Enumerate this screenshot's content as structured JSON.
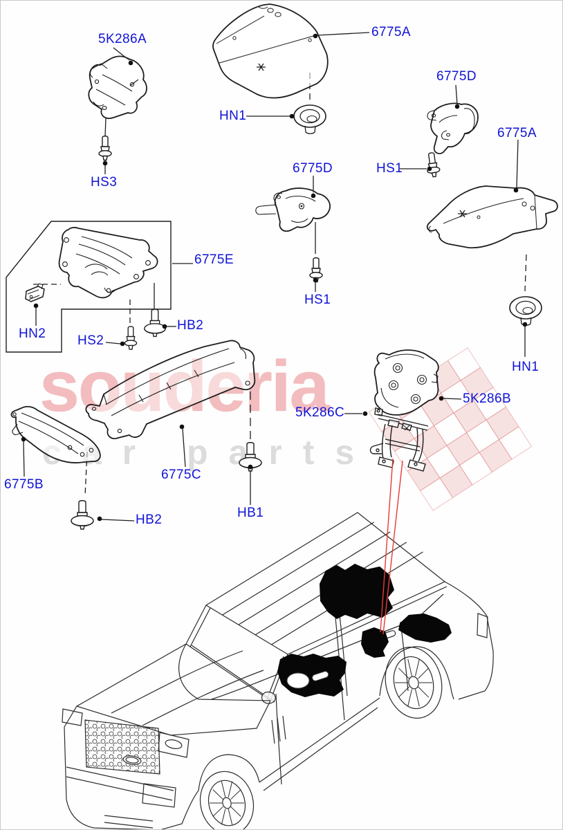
{
  "watermark": {
    "title": "souderia",
    "subtitle": "car parts"
  },
  "colors": {
    "label_blue": "#1013d6",
    "line_black": "#1e1e1e",
    "leader_red": "#e43b35",
    "watermark_pink": "#f3bcbe",
    "watermark_gray": "#dcdcdc",
    "flag_red": "#dd7b7b"
  },
  "labels": [
    {
      "text": "5K286A"
    },
    {
      "text": "6775A"
    },
    {
      "text": "6775D"
    },
    {
      "text": "6775A"
    },
    {
      "text": "HS1"
    },
    {
      "text": "HN1"
    },
    {
      "text": "6775D"
    },
    {
      "text": "HS3"
    },
    {
      "text": "HS1"
    },
    {
      "text": "6775E"
    },
    {
      "text": "HN2"
    },
    {
      "text": "HS2"
    },
    {
      "text": "HB2"
    },
    {
      "text": "6775B"
    },
    {
      "text": "6775C"
    },
    {
      "text": "HB2"
    },
    {
      "text": "HB1"
    },
    {
      "text": "HN1"
    },
    {
      "text": "5K286B"
    },
    {
      "text": "5K286C"
    }
  ]
}
